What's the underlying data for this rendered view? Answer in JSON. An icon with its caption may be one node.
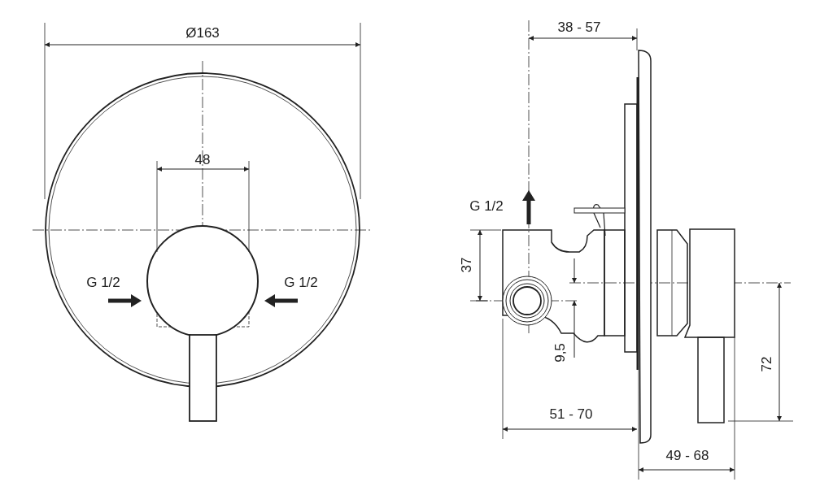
{
  "diagram": {
    "labels": [
      "Ø163",
      "38 - 57",
      "48",
      "G 1/2",
      "37",
      "G 1/2",
      "G 1/2",
      "9,5",
      "72",
      "51 - 70",
      "49 - 68"
    ]
  }
}
